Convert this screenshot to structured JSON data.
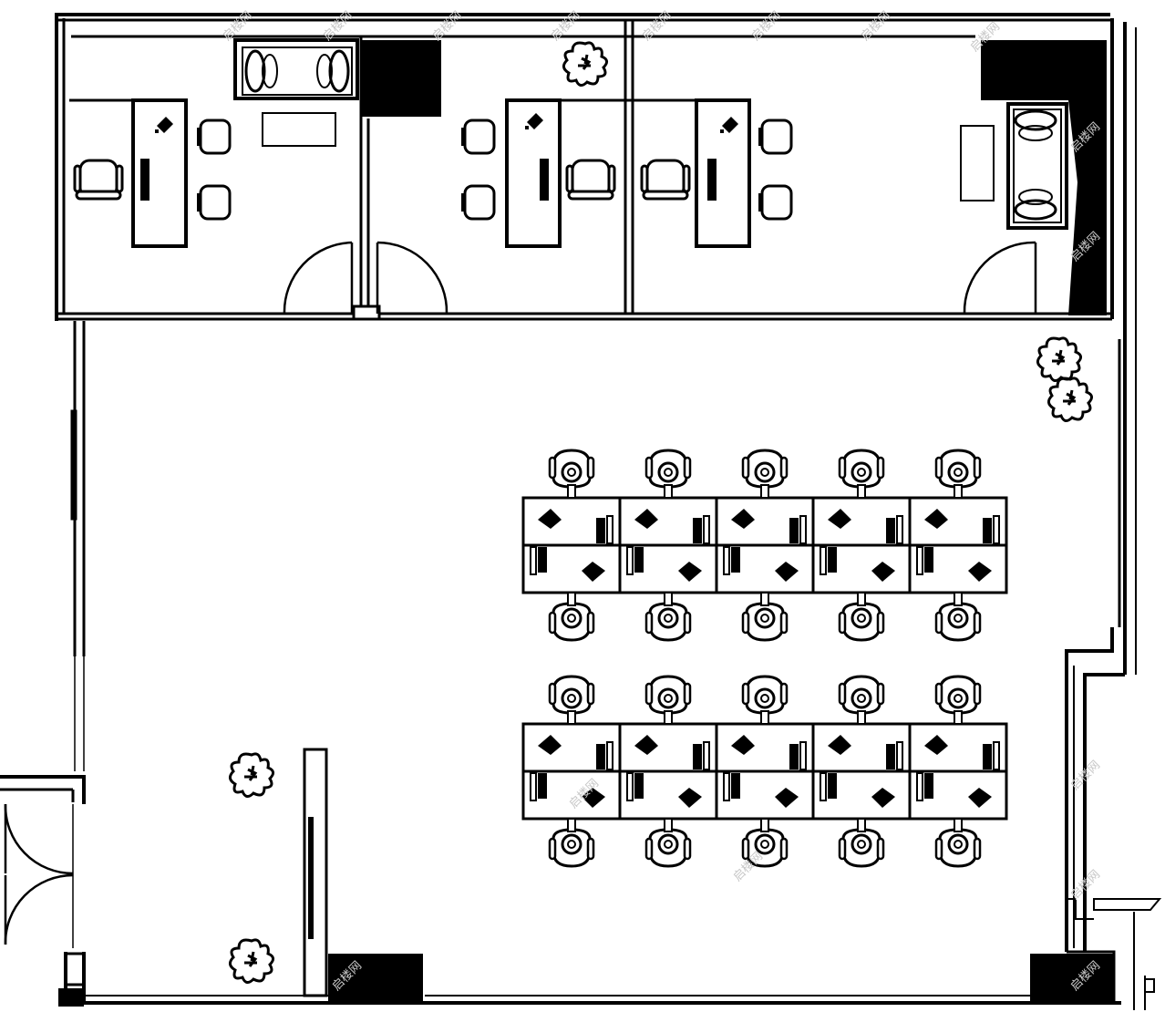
{
  "plan": {
    "colors": {
      "line": "#000000",
      "background": "#ffffff",
      "watermark": "#c8c8c8"
    },
    "watermark_text": "启楼网",
    "private_offices": [
      {
        "id": "office-1",
        "desk_count": 1,
        "chairs": 3,
        "has_sofa": true
      },
      {
        "id": "office-2",
        "desk_count": 1,
        "chairs": 3,
        "has_sofa": false
      },
      {
        "id": "office-3",
        "desk_count": 1,
        "chairs": 3,
        "has_sofa": true
      }
    ],
    "workstation_clusters": [
      {
        "id": "cluster-north",
        "desks_per_row": 5,
        "rows": 2
      },
      {
        "id": "cluster-south",
        "desks_per_row": 5,
        "rows": 2
      }
    ],
    "plants": 5,
    "icons": [
      "plant-icon",
      "chair-icon",
      "phone-icon",
      "monitor-icon",
      "door-swing-icon"
    ]
  }
}
